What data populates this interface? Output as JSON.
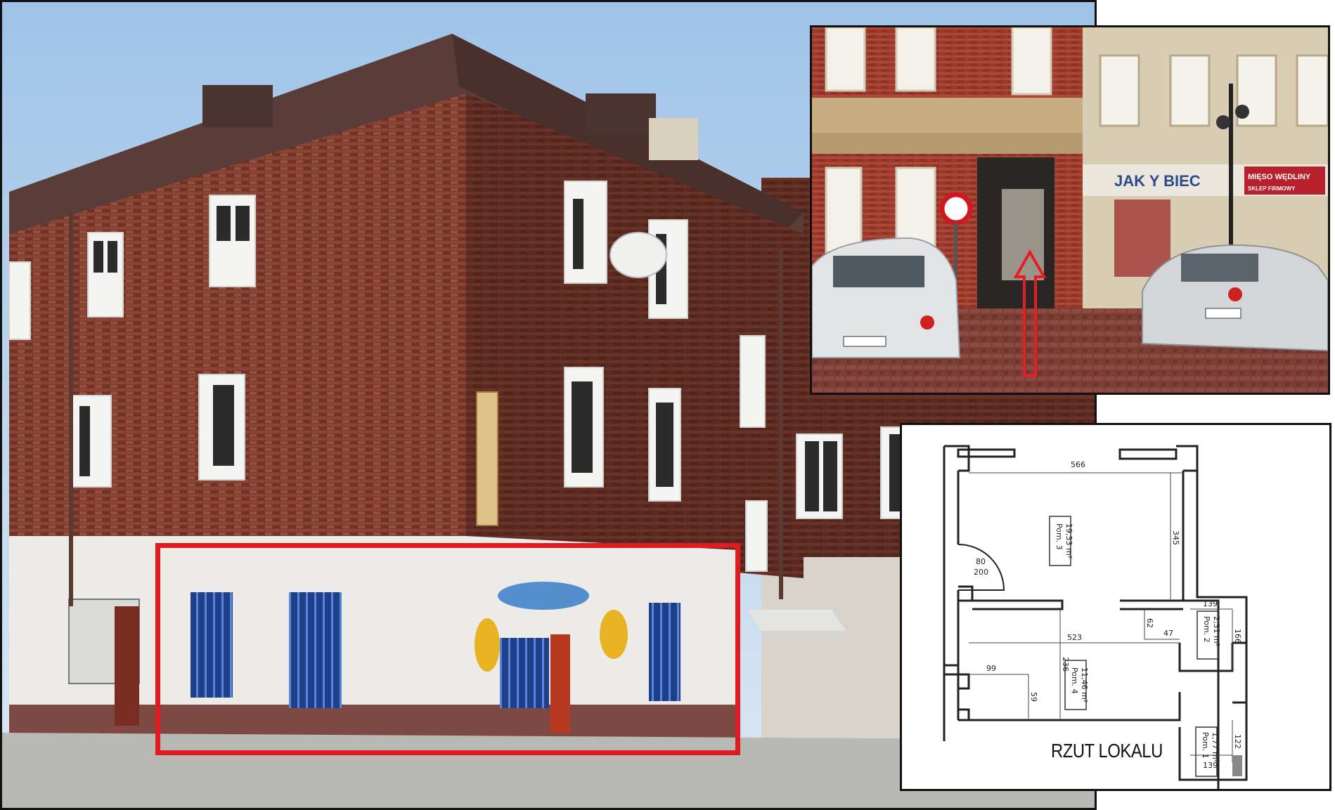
{
  "inset_photo": {
    "shop_sign_left": "JAK Y BIEC",
    "shop_sign_right_line1": "MIĘSO WĘDLINY",
    "shop_sign_right_line2": "SKLEP FIRMOWY"
  },
  "floor_plan": {
    "caption": "RZUT LOKALU",
    "dim_top": "566",
    "dim_right_upper": "345",
    "dim_door_1": "80",
    "dim_door_2": "200",
    "dim_mid": "523",
    "dim_236": "236",
    "dim_99": "99",
    "dim_59": "59",
    "dim_62": "62",
    "dim_47": "47",
    "dim_139_top": "139",
    "dim_166": "166",
    "dim_122": "122",
    "dim_139_bottom": "139",
    "room3_name": "Pom. 3",
    "room3_area": "19,53 m²",
    "room4_name": "Pom. 4",
    "room4_area": "11,46 m²",
    "room2_name": "Pom. 2",
    "room2_area": "2,31 m²",
    "room1_name": "Pom. 1",
    "room1_area": "1,77 m²"
  }
}
